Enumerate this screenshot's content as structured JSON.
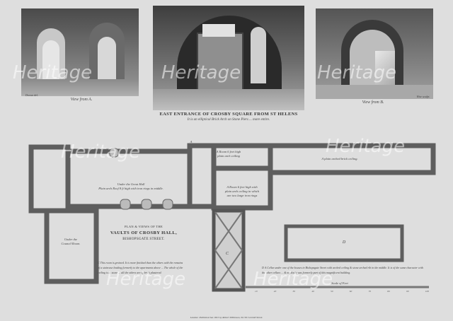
{
  "views": {
    "left_caption": "View from A.",
    "left_artist": "Drawn del.",
    "right_caption": "View from B.",
    "right_artist": "Wise sculpt.",
    "center_title": "EAST ENTRANCE OF CROSBY SQUARE FROM ST HELENS",
    "center_subtitle": "It is an elliptical Brick Arch on Stone Piers ... more entire."
  },
  "plan": {
    "title_line1": "PLAN & VIEWS OF THE",
    "title_line2": "VAULTS OF CROSBY HALL,",
    "title_line3": "BISHOPSGATE STREET.",
    "note_c": "C This room is groined. It is more finished than the others with the remains of a staircase leading formerly to the apartments above ... The whole of the ceiling is of stone ... all the others are of brick plastered.",
    "note_d": "D A Cellar under one of the houses in Bishopsgate Street with arched ceiling & stone arched rib in the middle. It is of the same character with the other cellars ... & no doubt was formerly part of this magnificent building.",
    "label_great_hall": "Under the Great Hall\nPlain arch Roof 8 ft high with iron rings in middle.",
    "label_council": "Under the\nCouncil Room.",
    "label_room_a": "A Room 6 feet high\nplain arch ceiling",
    "label_room_b": "A Room 6 feet high with\nplain arch ceiling in which\nare two large iron rings",
    "label_corridor": "A plain arched brick ceiling.",
    "label_c": "C",
    "label_d": "D",
    "label_a": "A",
    "scale_label": "Scale of Feet",
    "scale_ticks": [
      "10",
      "20",
      "30",
      "40",
      "50",
      "60",
      "70",
      "80",
      "90",
      "100"
    ]
  },
  "imprint": "London: Published Jan 1815 by Robert Wilkinson, No 58 Cornhill Street.",
  "watermark": "Heritage"
}
